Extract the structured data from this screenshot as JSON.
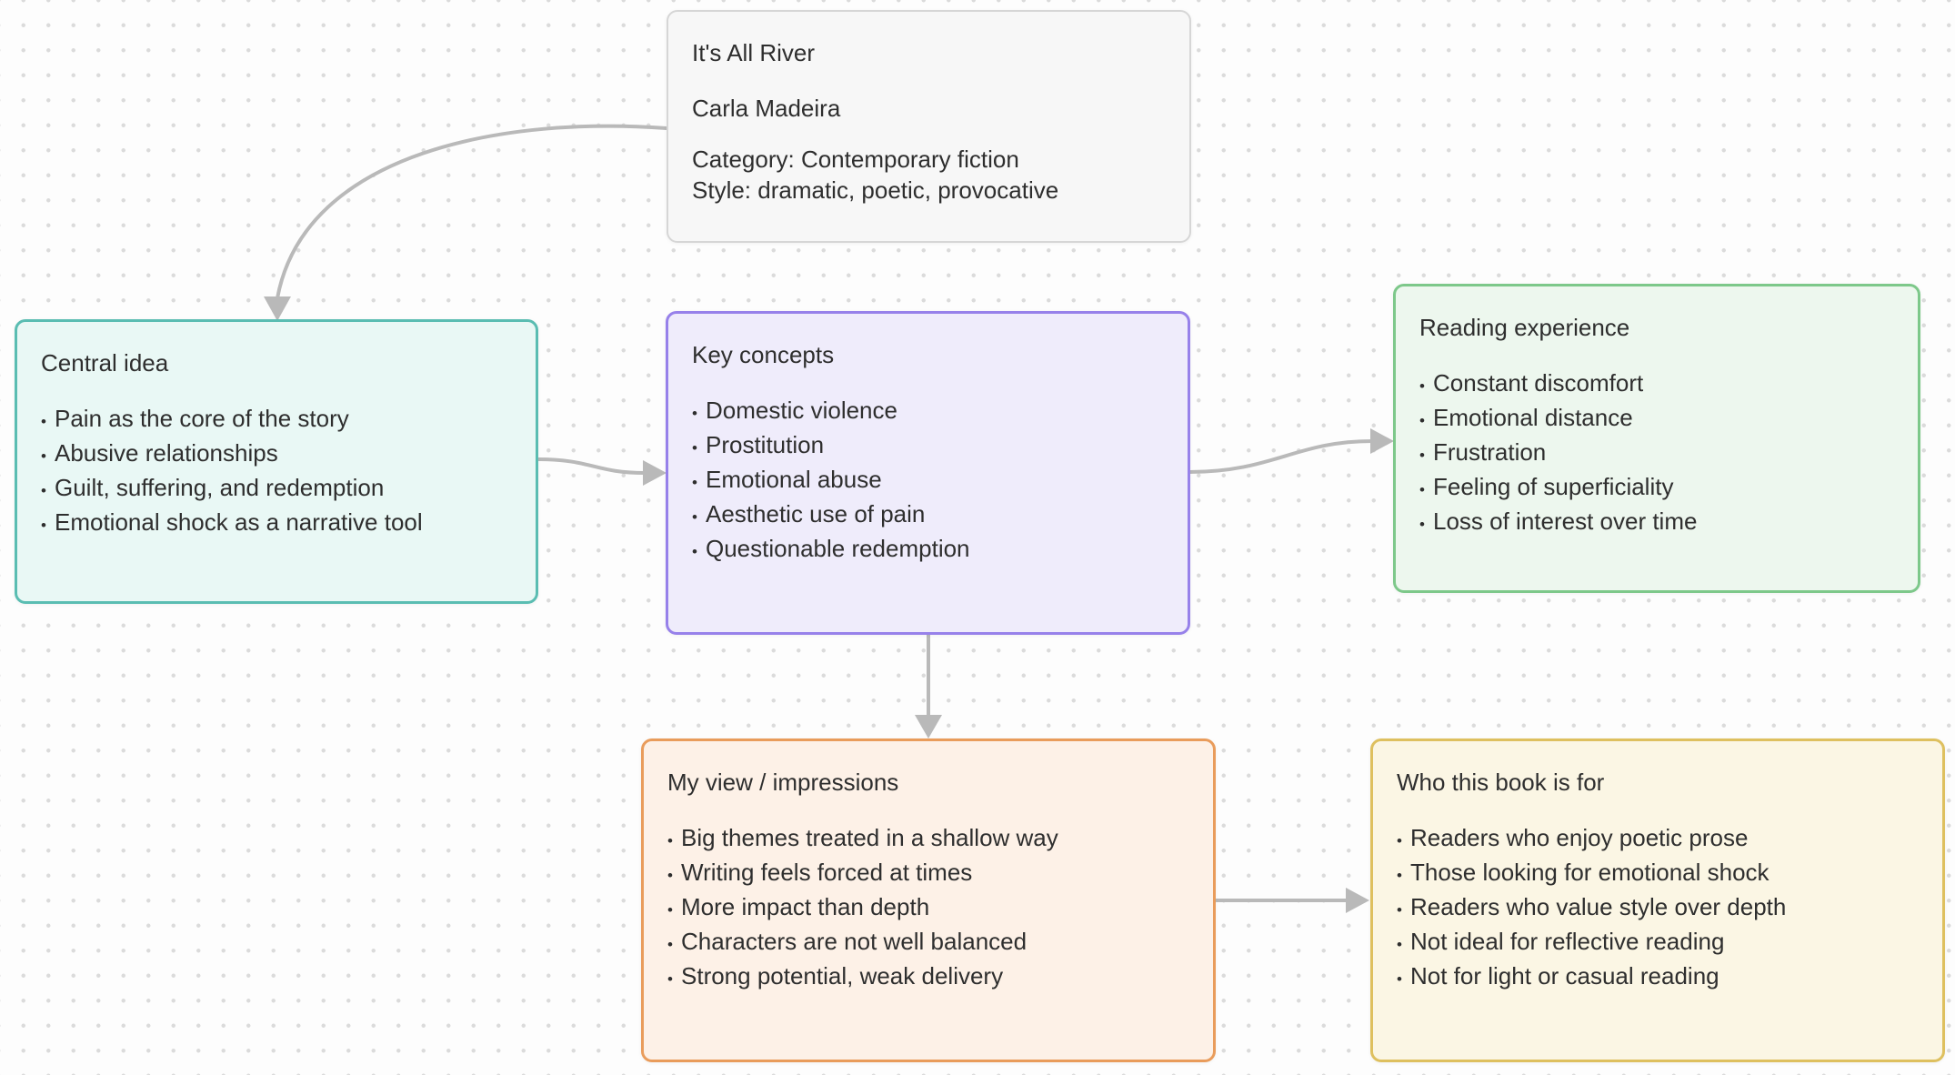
{
  "canvas": {
    "background_color": "#fdfdfd",
    "dot_grid_color": "#dbdbdb",
    "connector_color": "#b9b9b9",
    "text_color": "#2e2e2e",
    "nodes": [
      {
        "id": "book-info",
        "title": "It's All River",
        "lines": [
          "Carla Madeira",
          "",
          "Category: Contemporary fiction",
          "Style: dramatic, poetic, provocative"
        ],
        "bullets": [],
        "fill": "#f7f7f7",
        "border": "#d6d6d6"
      },
      {
        "id": "central-idea",
        "title": "Central idea",
        "lines": [],
        "bullets": [
          "Pain as the core of the story",
          "Abusive relationships",
          "Guilt, suffering, and redemption",
          "Emotional shock as a narrative tool"
        ],
        "fill": "#e9f8f5",
        "border": "#5abdb2"
      },
      {
        "id": "key-concepts",
        "title": "Key concepts",
        "lines": [],
        "bullets": [
          "Domestic violence",
          "Prostitution",
          "Emotional abuse",
          "Aesthetic use of pain",
          "Questionable redemption"
        ],
        "fill": "#efecfb",
        "border": "#9781ea"
      },
      {
        "id": "reading-experience",
        "title": "Reading experience",
        "lines": [],
        "bullets": [
          "Constant discomfort",
          "Emotional distance",
          "Frustration",
          "Feeling of superficiality",
          "Loss of interest over time"
        ],
        "fill": "#edf7ee",
        "border": "#7dc88a"
      },
      {
        "id": "my-view",
        "title": "My view / impressions",
        "lines": [],
        "bullets": [
          "Big themes treated in a shallow way",
          "Writing feels forced at times",
          "More impact than depth",
          "Characters are not well balanced",
          "Strong potential, weak delivery"
        ],
        "fill": "#fdf1e7",
        "border": "#e99c5b"
      },
      {
        "id": "who-for",
        "title": "Who this book is for",
        "lines": [],
        "bullets": [
          "Readers who enjoy poetic prose",
          "Those looking for emotional shock",
          "Readers who value style over depth",
          "Not ideal for reflective reading",
          "Not for light or casual reading"
        ],
        "fill": "#fbf6e4",
        "border": "#dec05f"
      }
    ],
    "connectors": [
      {
        "from": "book-info",
        "to": "central-idea"
      },
      {
        "from": "central-idea",
        "to": "key-concepts"
      },
      {
        "from": "key-concepts",
        "to": "reading-experience"
      },
      {
        "from": "key-concepts",
        "to": "my-view"
      },
      {
        "from": "my-view",
        "to": "who-for"
      }
    ],
    "bullet_glyph": "•"
  }
}
